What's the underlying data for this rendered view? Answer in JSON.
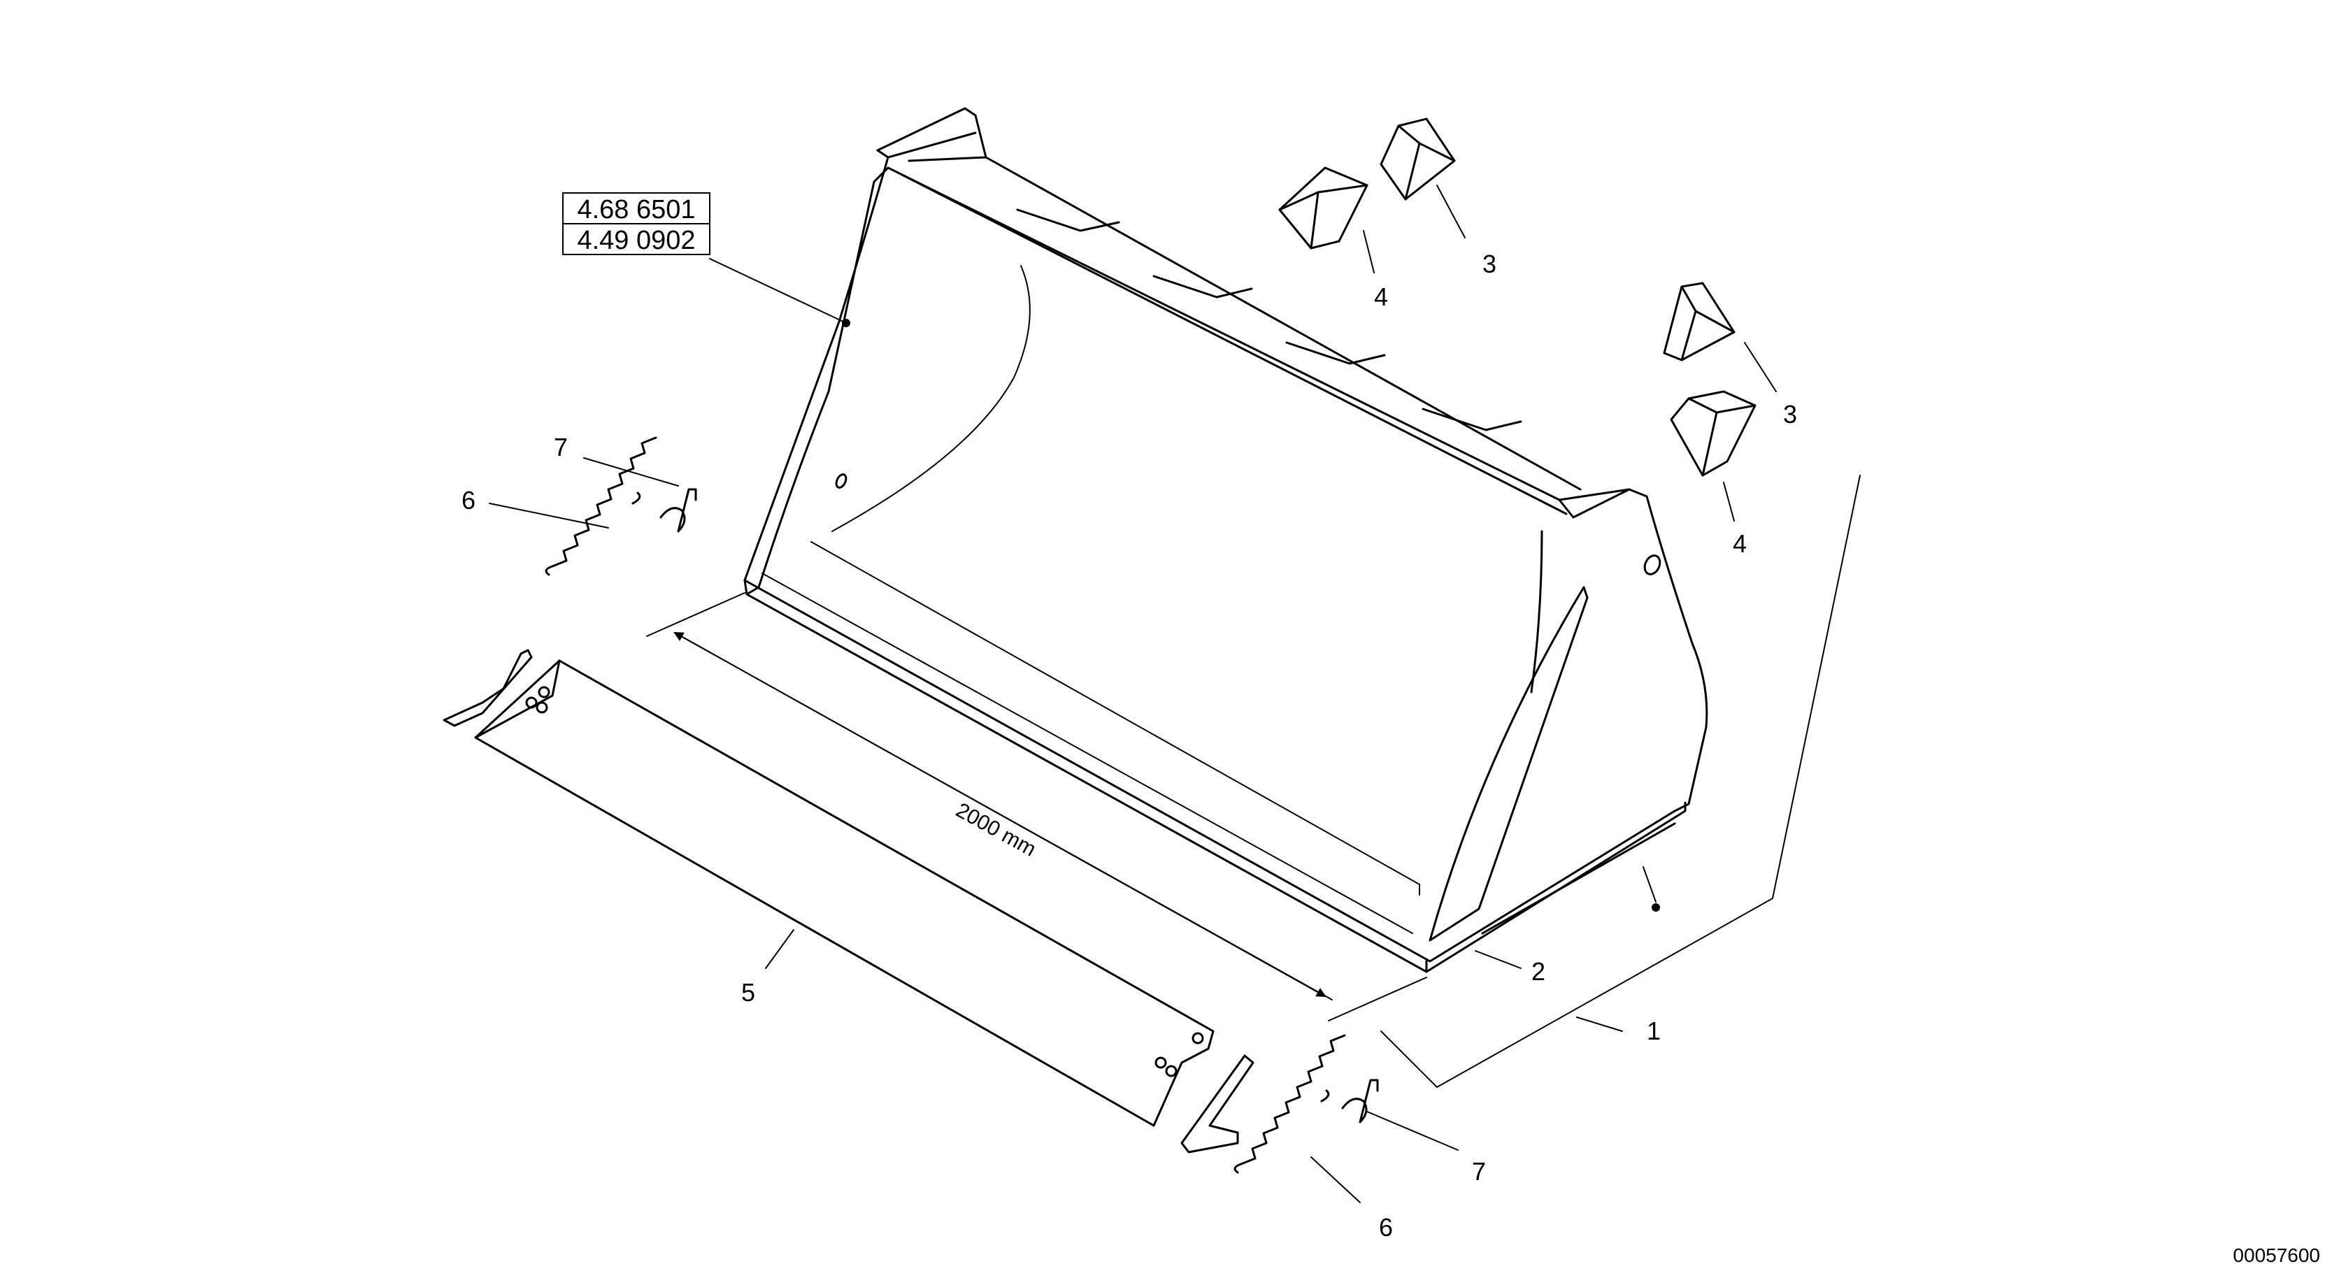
{
  "reference_boxes": [
    "4.68 6501",
    "4.49 0902"
  ],
  "dimension_label": "2000 mm",
  "callouts": {
    "c1": "1",
    "c2": "2",
    "c3a": "3",
    "c3b": "3",
    "c4a": "4",
    "c4b": "4",
    "c5": "5",
    "c6a": "6",
    "c6b": "6",
    "c7a": "7",
    "c7b": "7"
  },
  "figure_number": "00057600"
}
